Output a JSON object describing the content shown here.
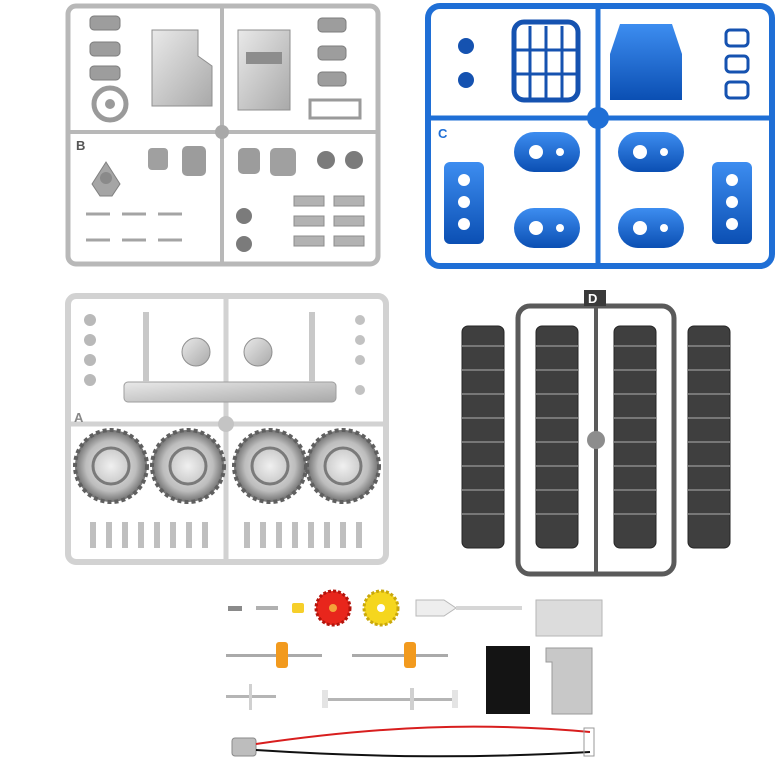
{
  "sprues": {
    "a": {
      "letter": "A",
      "color": "#cfcfcf"
    },
    "b": {
      "letter": "B",
      "color": "#bdbdbd"
    },
    "c": {
      "letter": "C",
      "color": "#1f6fd6"
    },
    "d": {
      "letter": "D",
      "color": "#4a4a4a"
    }
  },
  "parts": {
    "gear_red": "#e8261c",
    "gear_yellow": "#f5d61e",
    "gear_orange": "#f29a1e",
    "bushing_yellow": "#f6cf2a",
    "wire_red": "#d81e1e",
    "wire_black": "#111111"
  }
}
